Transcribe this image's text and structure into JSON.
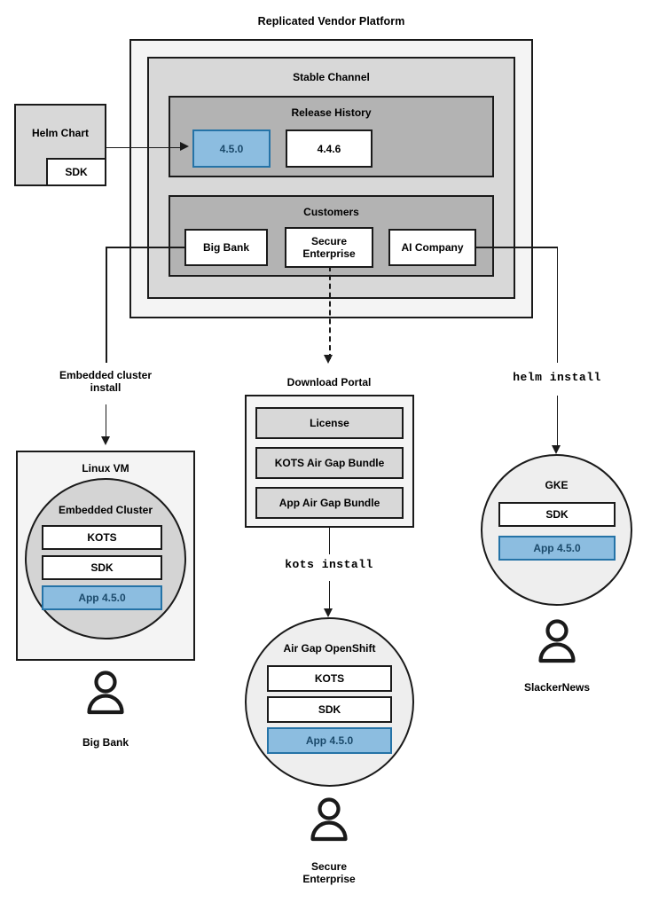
{
  "diagram": {
    "title": "Replicated Vendor Platform",
    "platform": {
      "stable_channel": {
        "title": "Stable Channel",
        "release_history": {
          "title": "Release History",
          "releases": [
            {
              "version": "4.5.0",
              "highlighted": true
            },
            {
              "version": "4.4.6",
              "highlighted": false
            }
          ]
        },
        "customers": {
          "title": "Customers",
          "items": [
            {
              "name": "Big Bank"
            },
            {
              "name": "Secure\nEnterprise"
            },
            {
              "name": "AI Company"
            }
          ]
        }
      }
    },
    "source": {
      "helm_chart": "Helm Chart",
      "sdk": "SDK"
    },
    "install_paths": [
      {
        "label": "Embedded cluster\ninstall",
        "style": "text"
      },
      {
        "label": "kots install",
        "style": "mono"
      },
      {
        "label": "helm install",
        "style": "mono"
      }
    ],
    "download_portal": {
      "title": "Download Portal",
      "artifacts": [
        "License",
        "KOTS Air Gap Bundle",
        "App Air Gap Bundle"
      ]
    },
    "targets": [
      {
        "name": "Linux VM",
        "inner_name": "Embedded Cluster",
        "components": [
          {
            "label": "KOTS",
            "highlighted": false
          },
          {
            "label": "SDK",
            "highlighted": false
          },
          {
            "label": "App 4.5.0",
            "highlighted": true
          }
        ],
        "customer": "Big Bank"
      },
      {
        "name": "Air Gap OpenShift",
        "components": [
          {
            "label": "KOTS",
            "highlighted": false
          },
          {
            "label": "SDK",
            "highlighted": false
          },
          {
            "label": "App 4.5.0",
            "highlighted": true
          }
        ],
        "customer": "Secure\nEnterprise"
      },
      {
        "name": "GKE",
        "components": [
          {
            "label": "SDK",
            "highlighted": false
          },
          {
            "label": "App 4.5.0",
            "highlighted": true
          }
        ],
        "customer": "SlackerNews"
      }
    ],
    "colors": {
      "highlight_fill": "#8cbde0",
      "highlight_border": "#2573a7",
      "highlight_text": "#1b4a6b",
      "panel_outer": "#f4f4f4",
      "panel_mid": "#d8d8d8",
      "panel_inner": "#b3b3b3",
      "stroke": "#1a1a1a",
      "circle_fill": "#eeeeee",
      "circle_inner_fill": "#d4d4d4"
    }
  }
}
